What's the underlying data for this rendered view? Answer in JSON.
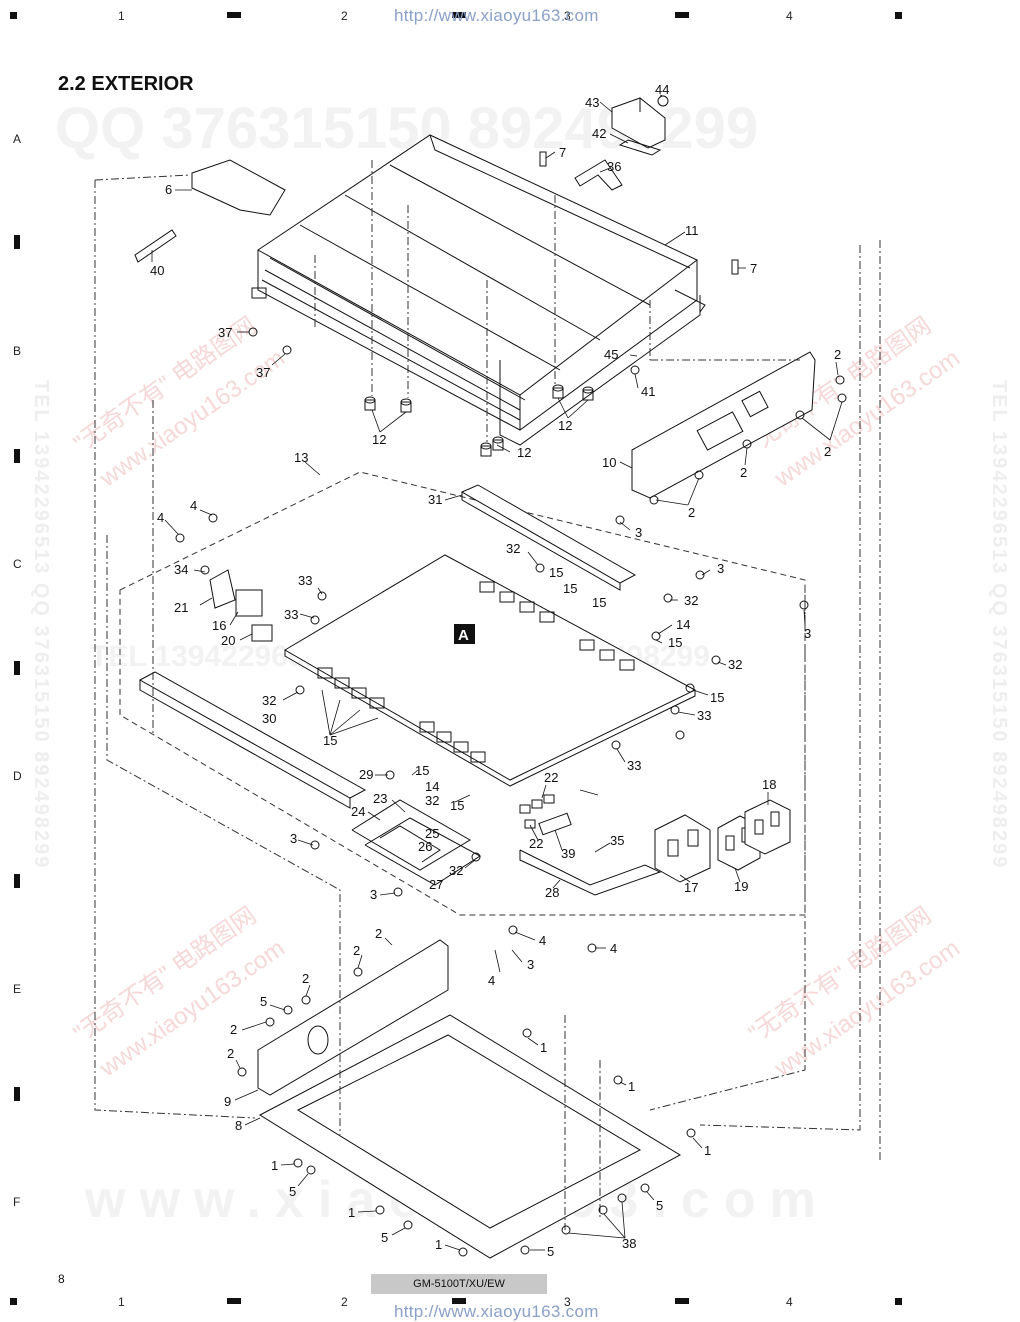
{
  "header": {
    "title": "2.2 EXTERIOR",
    "url_top": "http://www.xiaoyu163.com",
    "url_bottom": "http://www.xiaoyu163.com",
    "columns": [
      "1",
      "2",
      "3",
      "4"
    ],
    "rows": [
      "A",
      "B",
      "C",
      "D",
      "E",
      "F"
    ]
  },
  "footer": {
    "model": "GM-5100T/XU/EW",
    "page": "8"
  },
  "watermarks": {
    "qq_top": "QQ 376315150  892498299",
    "tel_mid": "TEL 13942296513  QQ 376315150  892498299",
    "www_bottom": "www.xiaoyu163.com",
    "red_1": "\"无奇不有\" 电路图网",
    "red_2": "www.xiaoyu163.com",
    "side_left": "TEL 13942296513  QQ 376315150  892498299",
    "side_right": "TEL 13942296513  QQ 376315150  892498299"
  },
  "diagram": {
    "section_marker": "A",
    "part_labels": [
      "1",
      "2",
      "3",
      "4",
      "5",
      "6",
      "7",
      "8",
      "9",
      "10",
      "11",
      "12",
      "13",
      "14",
      "15",
      "16",
      "17",
      "18",
      "19",
      "20",
      "21",
      "22",
      "23",
      "24",
      "25",
      "26",
      "27",
      "28",
      "29",
      "30",
      "31",
      "32",
      "33",
      "34",
      "35",
      "36",
      "37",
      "38",
      "39",
      "40",
      "41",
      "42",
      "43",
      "44",
      "45"
    ]
  },
  "colors": {
    "line": "#111111",
    "dash": "#333333",
    "url": "#8aa0c8",
    "footer_bg": "#c8c8c8"
  }
}
